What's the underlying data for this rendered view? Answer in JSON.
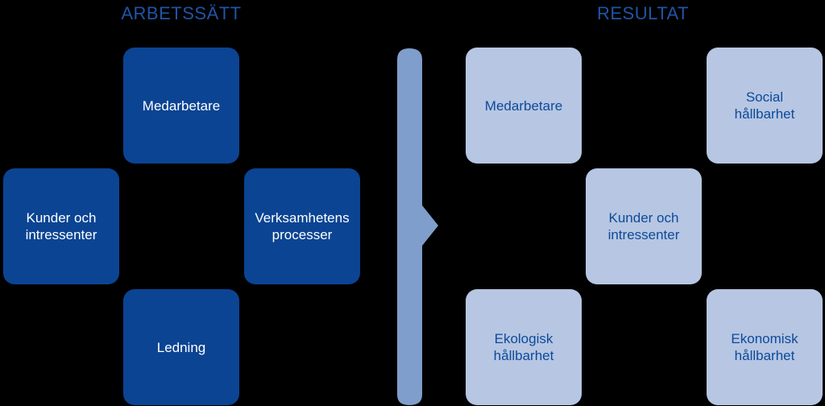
{
  "colors": {
    "background": "#000000",
    "dark_box": "#0b4493",
    "light_box": "#b6c6e3",
    "heading": "#1f55a6",
    "divider": "#7f9ecb",
    "dark_text": "#ffffff",
    "light_text": "#0d4a99"
  },
  "left": {
    "heading": "ARBETSSÄTT",
    "boxes": {
      "top": "Medarbetare",
      "left": "Kunder och\nintressenter",
      "right": "Verksamhetens\nprocesser",
      "bottom": "Ledning"
    }
  },
  "right": {
    "heading": "RESULTAT",
    "boxes": {
      "top_left": "Medarbetare",
      "top_right": "Social\nhållbarhet",
      "center": "Kunder och\nintressenter",
      "bottom_left": "Ekologisk\nhållbarhet",
      "bottom_right": "Ekonomisk\nhållbarhet"
    }
  }
}
